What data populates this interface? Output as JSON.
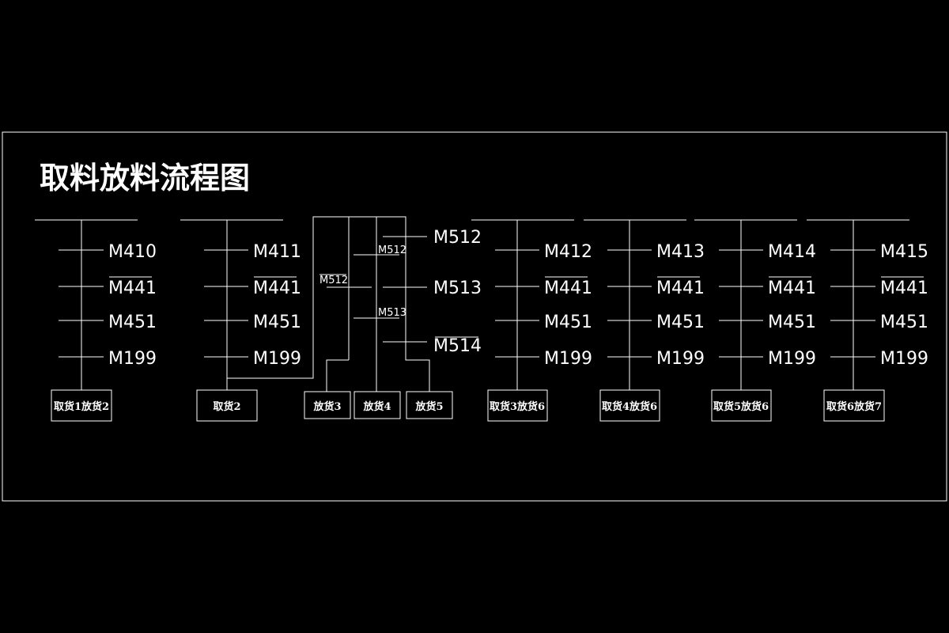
{
  "title": "取料放料流程图",
  "columns": [
    {
      "contacts": [
        {
          "text": "M410",
          "negated": false
        },
        {
          "text": "M441",
          "negated": true
        },
        {
          "text": "M451",
          "negated": false
        },
        {
          "text": "M199",
          "negated": false
        }
      ],
      "box": "取货1放货2"
    },
    {
      "contacts": [
        {
          "text": "M411",
          "negated": false
        },
        {
          "text": "M441",
          "negated": true
        },
        {
          "text": "M451",
          "negated": false
        },
        {
          "text": "M199",
          "negated": false
        }
      ],
      "box": "取货2"
    },
    {
      "contacts": [
        {
          "text": "M412",
          "negated": false
        },
        {
          "text": "M441",
          "negated": true
        },
        {
          "text": "M451",
          "negated": false
        },
        {
          "text": "M199",
          "negated": false
        }
      ],
      "box": "取货3放货6"
    },
    {
      "contacts": [
        {
          "text": "M413",
          "negated": false
        },
        {
          "text": "M441",
          "negated": true
        },
        {
          "text": "M451",
          "negated": false
        },
        {
          "text": "M199",
          "negated": false
        }
      ],
      "box": "取货4放货6"
    },
    {
      "contacts": [
        {
          "text": "M414",
          "negated": false
        },
        {
          "text": "M441",
          "negated": true
        },
        {
          "text": "M451",
          "negated": false
        },
        {
          "text": "M199",
          "negated": false
        }
      ],
      "box": "取货5放货6"
    },
    {
      "contacts": [
        {
          "text": "M415",
          "negated": false
        },
        {
          "text": "M441",
          "negated": true
        },
        {
          "text": "M451",
          "negated": false
        },
        {
          "text": "M199",
          "negated": false
        }
      ],
      "box": "取货6放货7"
    }
  ],
  "branch": {
    "right_contacts": [
      {
        "text": "M512",
        "negated": false
      },
      {
        "text": "M513",
        "negated": false
      },
      {
        "text": "M514",
        "negated": true
      }
    ],
    "inner_contacts": [
      {
        "text": "M512",
        "negated": true
      },
      {
        "text": "M512",
        "negated": false
      },
      {
        "text": "M513",
        "negated": false
      }
    ],
    "boxes": [
      "放货3",
      "放货4",
      "放货5"
    ]
  }
}
